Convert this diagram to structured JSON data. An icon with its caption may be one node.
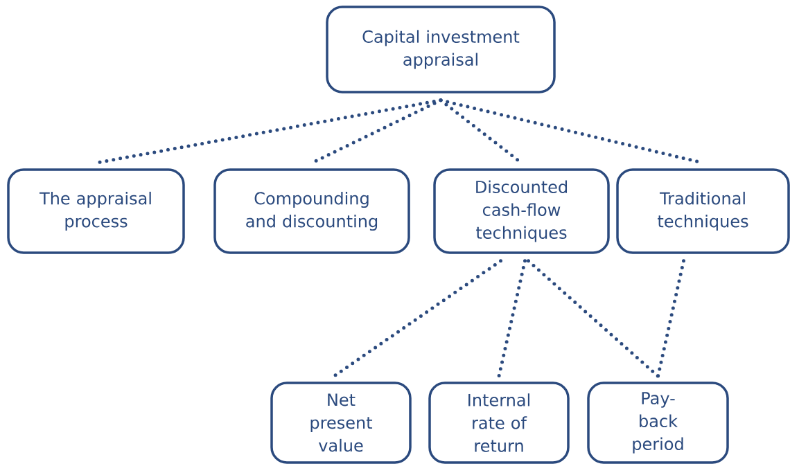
{
  "diagram": {
    "nodes": [
      {
        "text": [
          "Capital investment appraisal"
        ]
      },
      {
        "text": [
          "The appraisal process"
        ]
      },
      {
        "text": [
          "Compounding and discounting"
        ]
      },
      {
        "text": [
          "Discounted cash-flow techniques"
        ]
      },
      {
        "text": [
          "Traditional techniques"
        ]
      },
      {
        "text": [
          "Net present value"
        ]
      },
      {
        "text": [
          "Internal rate of return"
        ]
      },
      {
        "text": [
          "Pay-back period"
        ]
      }
    ],
    "edges": [
      {
        "from": 0,
        "to": 1,
        "arrow": "none"
      },
      {
        "from": 0,
        "to": 2,
        "arrow": "none"
      },
      {
        "from": 0,
        "to": 3,
        "arrow": "none"
      },
      {
        "from": 0,
        "to": 4,
        "arrow": "none"
      },
      {
        "from": 3,
        "to": 5,
        "arrow": "none"
      },
      {
        "from": 3,
        "to": 6,
        "arrow": "none"
      },
      {
        "from": 3,
        "to": 7,
        "arrow": "none"
      },
      {
        "from": 4,
        "to": 7,
        "arrow": "none"
      }
    ]
  }
}
